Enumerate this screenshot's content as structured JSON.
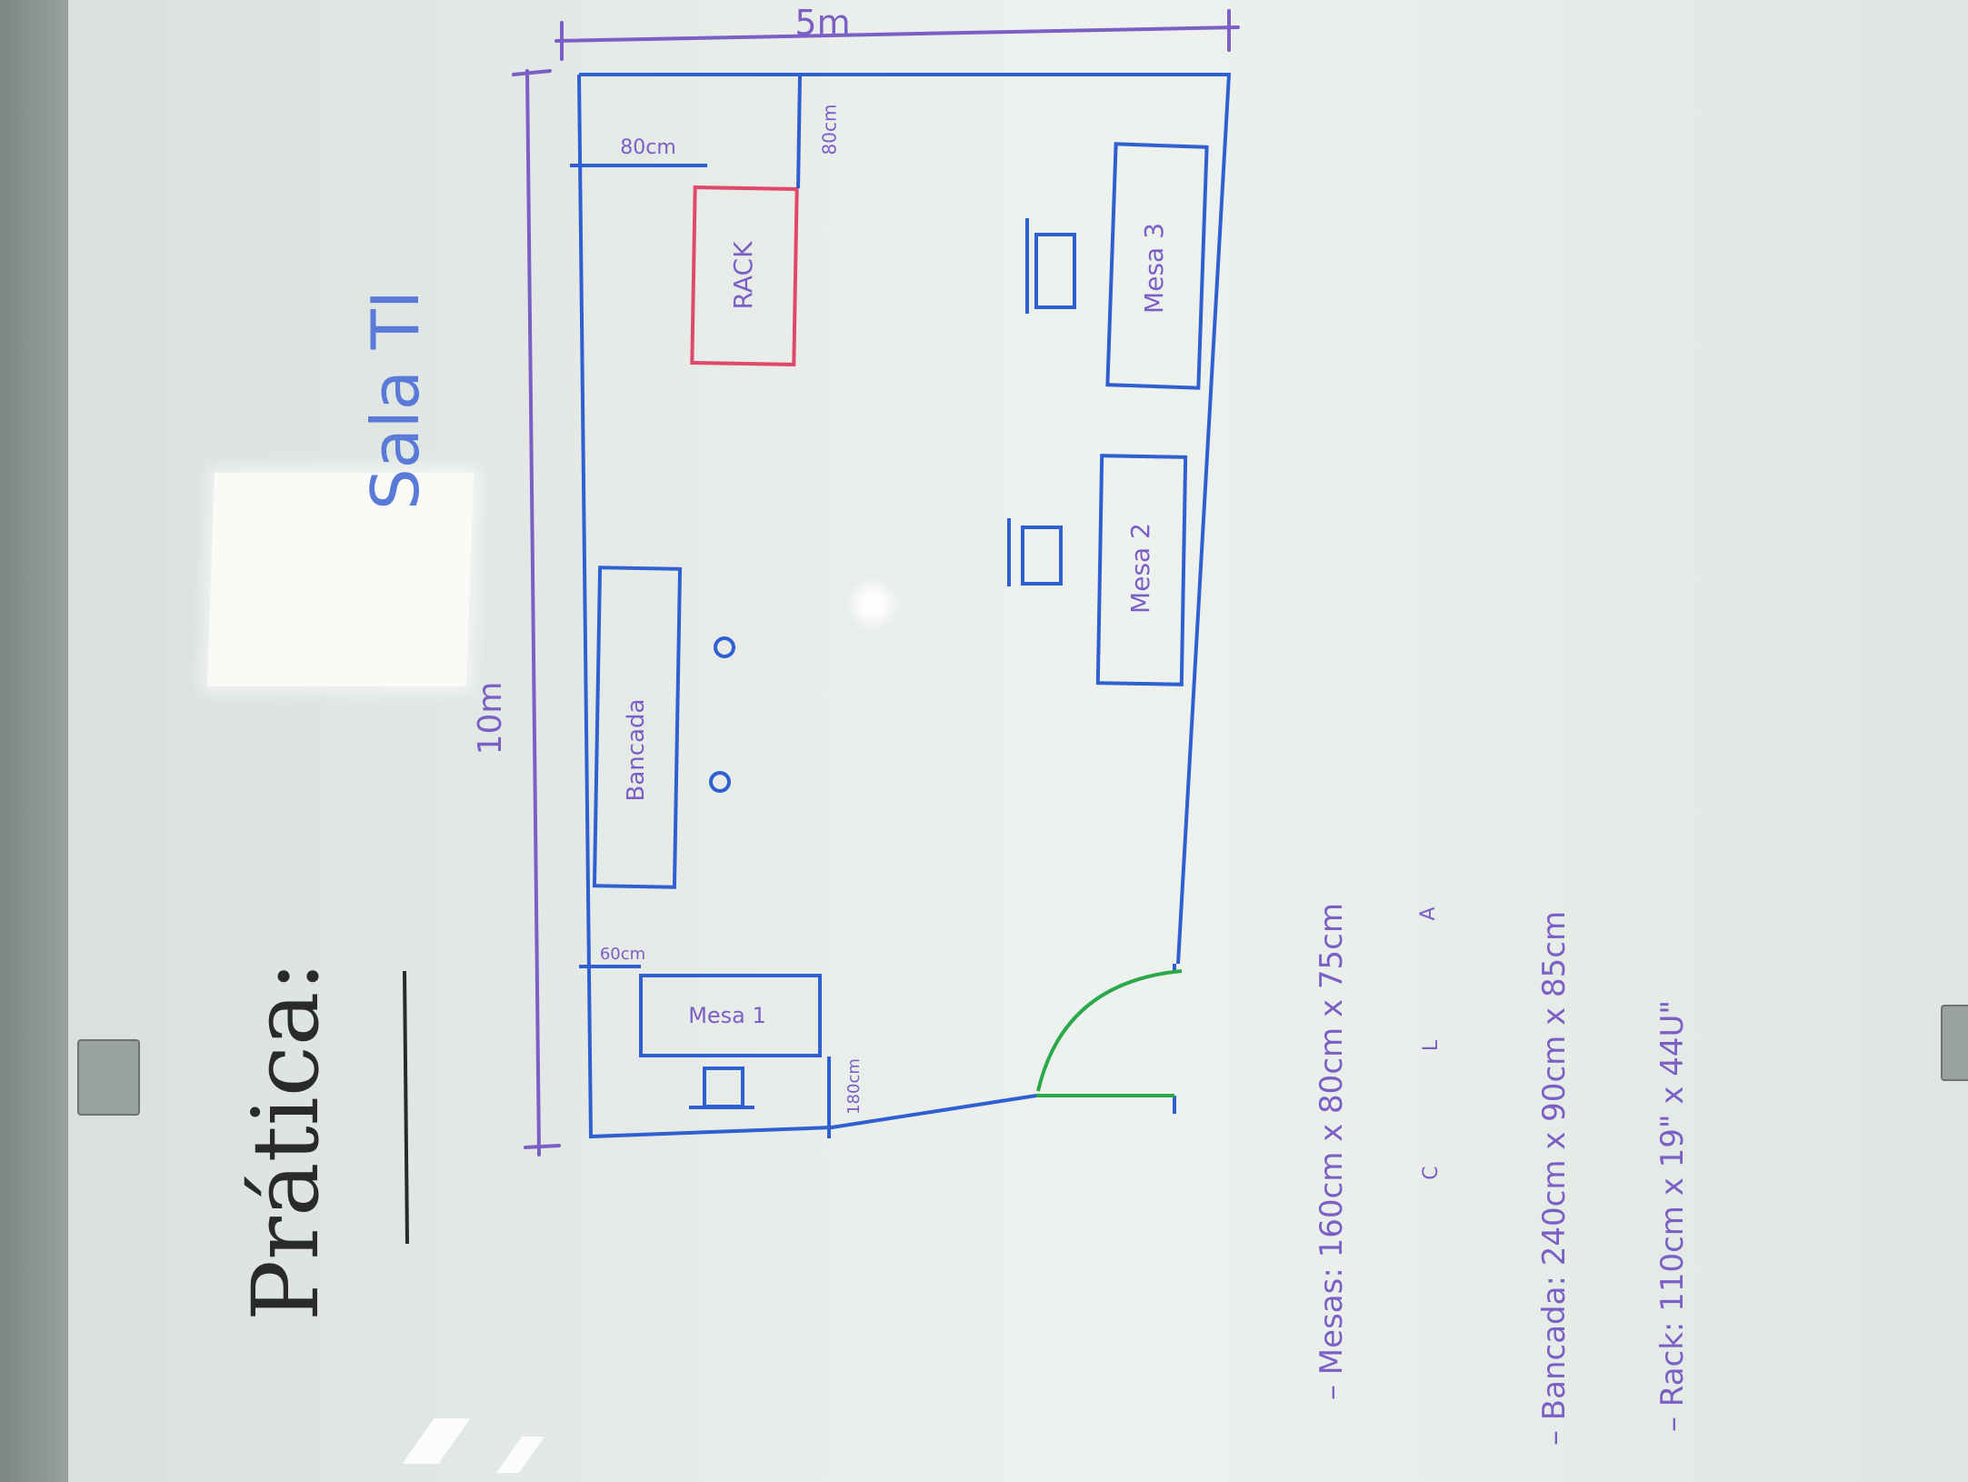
{
  "title": "Prática:",
  "room_title": "Sala TI",
  "dimensions": {
    "length": "10m",
    "width": "5m"
  },
  "furniture": {
    "rack": "RACK",
    "mesa3": "Mesa 3",
    "mesa2": "Mesa 2",
    "mesa1": "Mesa 1",
    "bancada": "Bancada"
  },
  "measurements": {
    "rack_offset_top": "80cm",
    "rack_offset_side": "80cm",
    "mesa1_offset": "60cm",
    "mesa1_offset_bottom": "180cm"
  },
  "specs_header": {
    "c": "C",
    "l": "L",
    "a": "A"
  },
  "specs": [
    {
      "label": "Mesas:",
      "value": "160cm x 80cm x 75cm"
    },
    {
      "label": "Bancada:",
      "value": "240cm x 90cm x 85cm"
    },
    {
      "label": "Rack:",
      "value": "110cm x 19\" x 44U\""
    }
  ],
  "colors": {
    "purple_ink": "#7b5fc4",
    "blue_ink": "#2f5fd0",
    "red_ink": "#e0486a",
    "green_ink": "#2aa84a",
    "black_ink": "#2a2a2a"
  }
}
